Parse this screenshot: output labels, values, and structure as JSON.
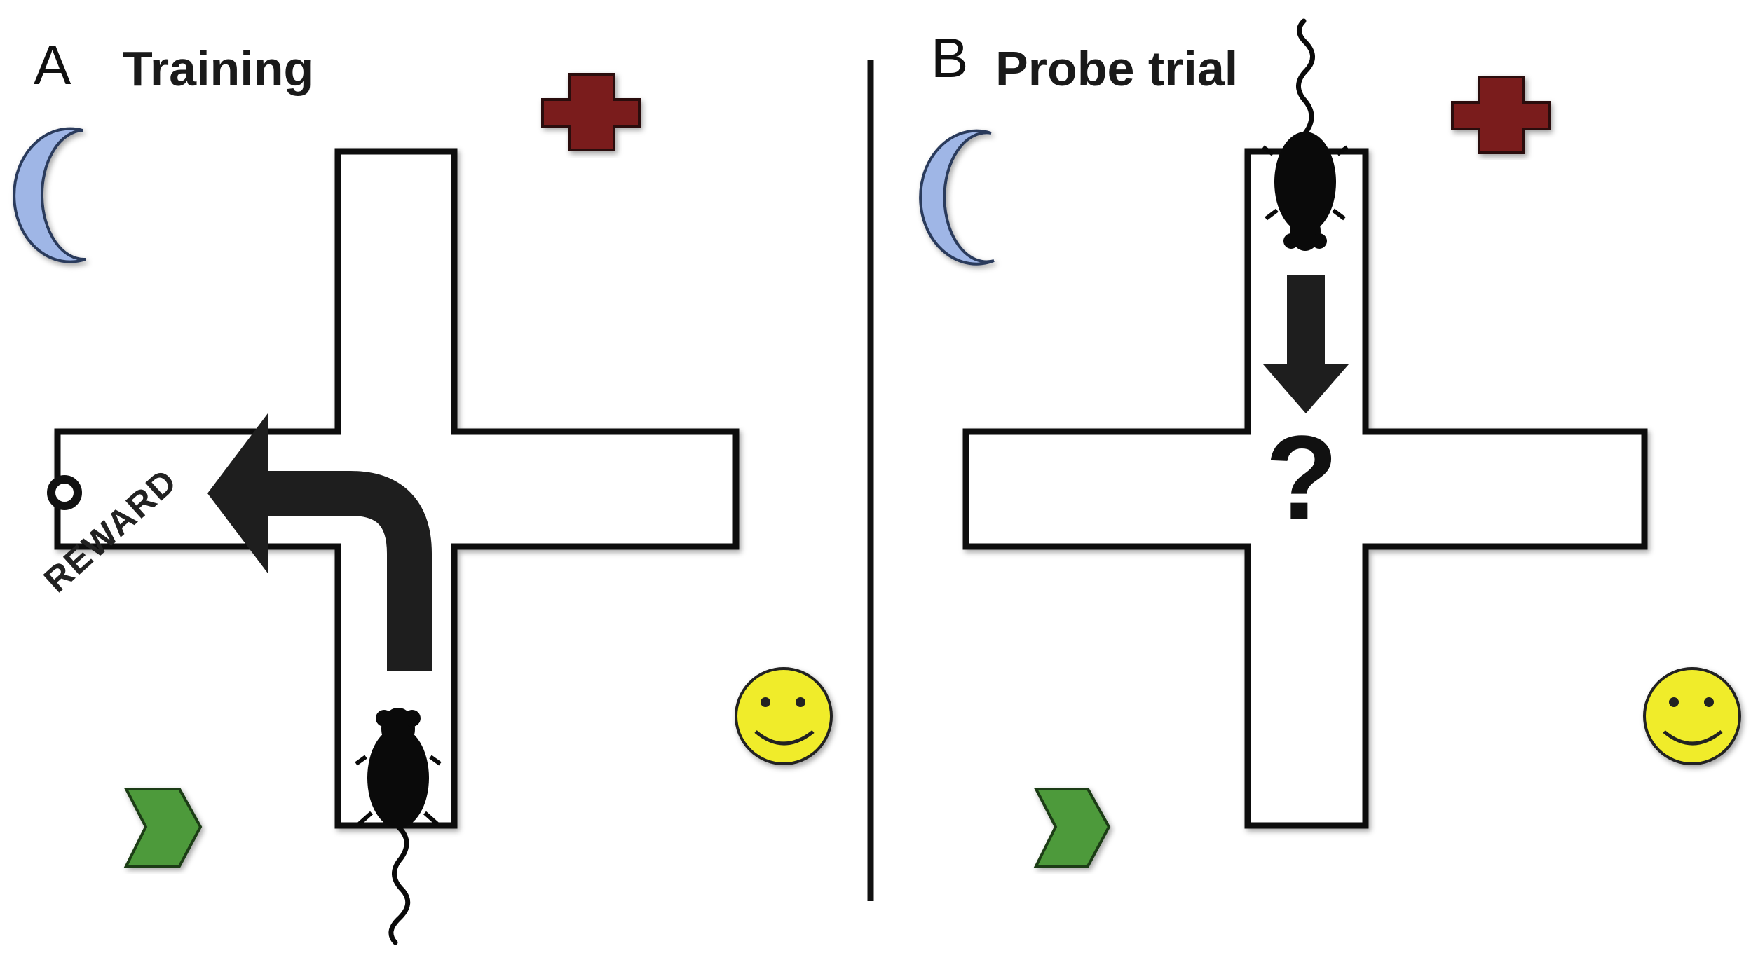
{
  "panels": [
    {
      "letter": "A",
      "title": "Training",
      "reward_label": "REWARD"
    },
    {
      "letter": "B",
      "title": "Probe trial",
      "question_mark": "?"
    }
  ],
  "colors": {
    "maze_outline": "#111111",
    "arrow": "#1e1e1e",
    "moon": "#9fb6e6",
    "cross": "#7a1f1f",
    "smiley": "#f0ec2a",
    "chevron": "#4e9a3a",
    "rat": "#0a0a0a"
  },
  "cues": [
    "moon-icon",
    "cross-icon",
    "smiley-icon",
    "chevron-icon"
  ]
}
